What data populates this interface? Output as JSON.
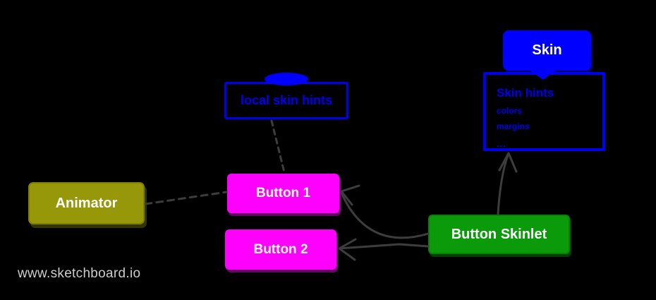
{
  "canvas": {
    "background": "#000000"
  },
  "watermark": "www.sketchboard.io",
  "colors": {
    "connector": "#3d3d3d",
    "blue_outline": "#0000ee",
    "blue_text": "#0000ee",
    "blue_fill": "#0000ff",
    "olive_fill": "#97970a",
    "magenta_fill": "#ff00ff",
    "green_fill": "#0a9a0a",
    "node_text": "#ffffff",
    "watermark_text": "#cccccc"
  },
  "nodes": {
    "skin": {
      "label": "Skin"
    },
    "skin_hints": {
      "title": "Skin hints",
      "items": [
        "colors",
        "margins",
        "..."
      ]
    },
    "local_skin_hints": {
      "label": "local skin hints"
    },
    "animator": {
      "label": "Animator"
    },
    "button1": {
      "label": "Button 1"
    },
    "button2": {
      "label": "Button 2"
    },
    "button_skinlet": {
      "label": "Button Skinlet"
    }
  },
  "edges": [
    {
      "from": "animator",
      "to": "button1",
      "style": "dashed",
      "arrow": false
    },
    {
      "from": "local_skin_hints",
      "to": "button1",
      "style": "dashed",
      "arrow": false
    },
    {
      "from": "button_skinlet",
      "to": "button1",
      "style": "solid",
      "arrow": true
    },
    {
      "from": "button_skinlet",
      "to": "button2",
      "style": "solid",
      "arrow": true
    },
    {
      "from": "button_skinlet",
      "to": "skin_hints",
      "style": "solid",
      "arrow": true
    }
  ]
}
